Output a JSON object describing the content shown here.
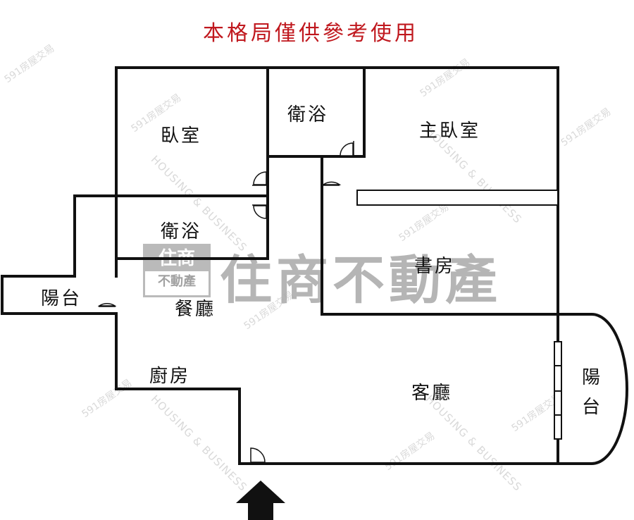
{
  "title": "本格局僅供參考使用",
  "title_color": "#c0181e",
  "rooms": [
    {
      "id": "bedroom",
      "label": "臥室"
    },
    {
      "id": "bath-top",
      "label": "衛浴"
    },
    {
      "id": "master-bedroom",
      "label": "主臥室"
    },
    {
      "id": "bath-left",
      "label": "衛浴"
    },
    {
      "id": "balcony-left",
      "label": "陽台"
    },
    {
      "id": "dining",
      "label": "餐廳"
    },
    {
      "id": "study",
      "label": "書房"
    },
    {
      "id": "kitchen",
      "label": "廚房"
    },
    {
      "id": "living",
      "label": "客廳"
    },
    {
      "id": "balcony-right",
      "label": "陽台"
    }
  ],
  "watermark": {
    "brand": "住商不動產",
    "logo_top": "住商",
    "logo_bottom": "不動產",
    "site": "591房屋交易",
    "english": "HOUSING & BUSINESS"
  },
  "entrance_icon": "up-arrow-icon"
}
